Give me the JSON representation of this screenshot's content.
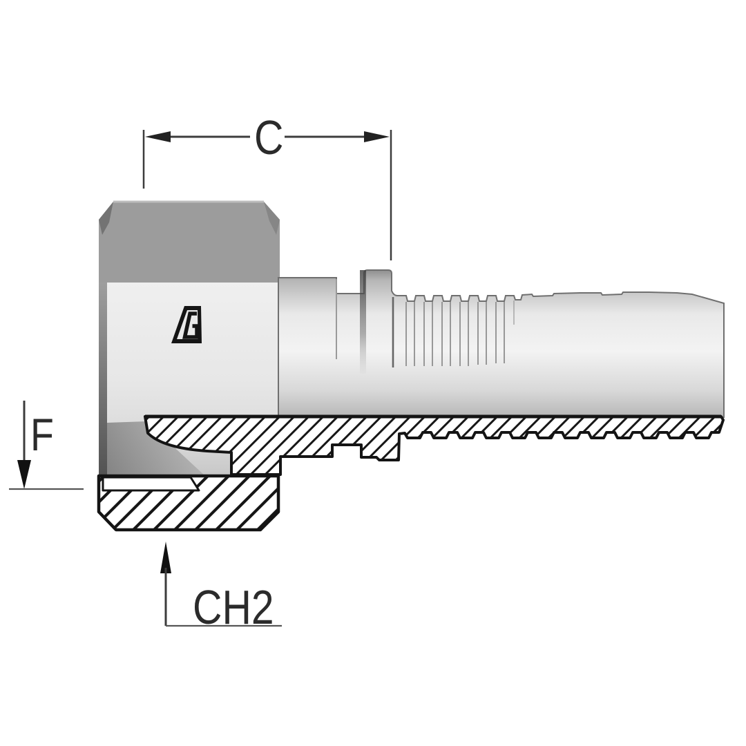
{
  "page": {
    "background": "#ffffff"
  },
  "drawing": {
    "type": "technical-drawing",
    "subject": "hydraulic hose insert fitting, side view with lower half section",
    "labels": {
      "dim_c": "C",
      "dim_f": "F",
      "dim_ch2": "CH2"
    },
    "icons": {
      "brand_mark": "stylized-A-triangle-logo",
      "arrows": [
        "dim-arrow-left",
        "dim-arrow-right",
        "dim-arrow-down",
        "dim-arrow-up"
      ]
    },
    "colors": {
      "background": "#ffffff",
      "outline_black": "#141414",
      "dim_line": "#3c3c3c",
      "dim_text": "#2b2b2b",
      "nut_dark_face": "#9c9c9c",
      "nut_light_face": "#e9e9e9",
      "body_highlight": "#f3f3f3",
      "body_shadow": "#8f8f8f",
      "hatch_line": "#161616"
    }
  }
}
